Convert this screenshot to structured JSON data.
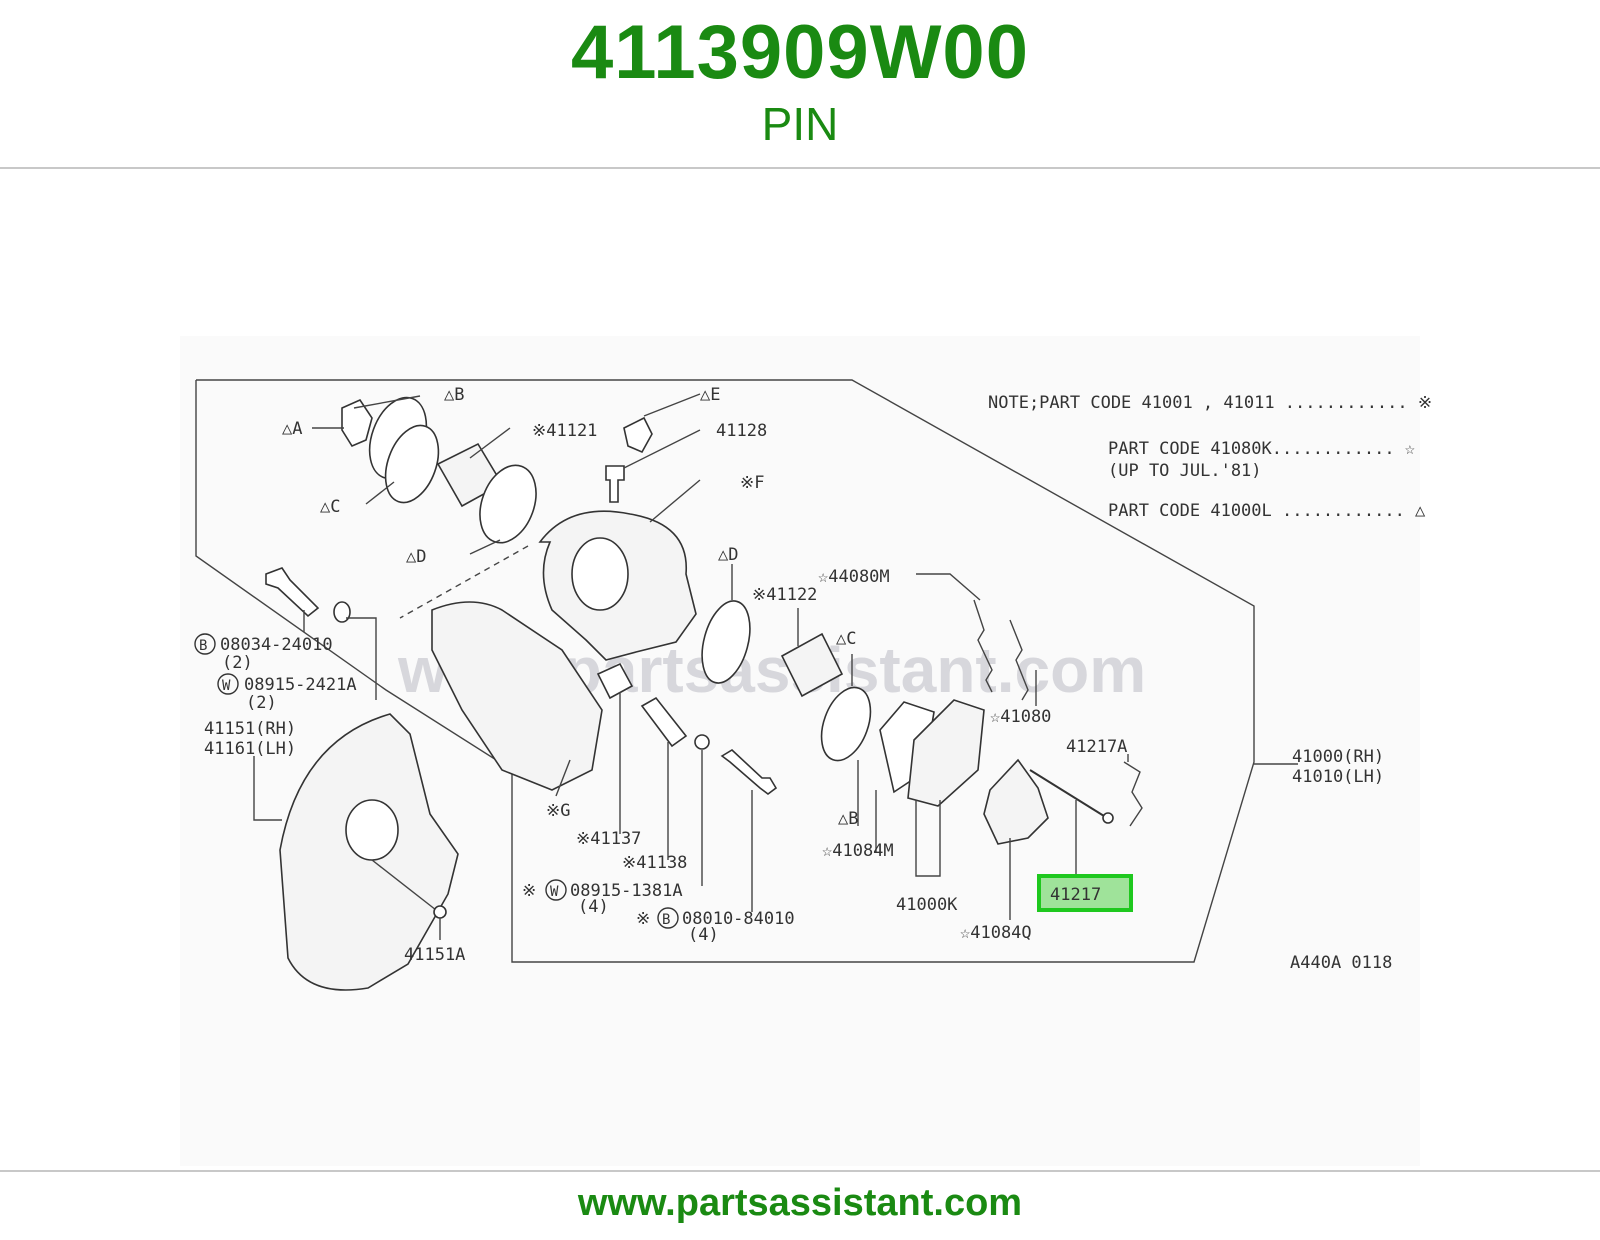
{
  "header": {
    "part_number": "4113909W00",
    "part_name": "PIN"
  },
  "footer": {
    "url": "www.partsassistant.com"
  },
  "diagram": {
    "watermark": "www.partsassistant.com",
    "drawing_code": "A440A 0118",
    "highlighted_part": "41217",
    "notes": {
      "line1": "NOTE;PART CODE 41001 , 41011 ............ ※",
      "line2": "PART CODE 41080K............ ☆",
      "line3": "(UP TO JUL.'81)",
      "line4": "PART CODE 41000L ............ △"
    },
    "callouts": {
      "a": "△A",
      "b_top": "△B",
      "c_top": "△C",
      "d_top": "△D",
      "e": "△E",
      "p41121": "※41121",
      "p41128": "41128",
      "f": "※F",
      "d_mid": "△D",
      "p41122": "※41122",
      "p44080m": "☆44080M",
      "c_mid": "△C",
      "p41080": "☆41080",
      "p41217a": "41217A",
      "p41000": "41000(RH)",
      "p41010": "41010(LH)",
      "bolt1": "08034-24010",
      "bolt1_qty": "(2)",
      "washer1": "08915-2421A",
      "washer1_qty": "(2)",
      "p41151": "41151(RH)",
      "p41161": "41161(LH)",
      "g": "※G",
      "p41137": "※41137",
      "p41138": "※41138",
      "washer2": "08915-1381A",
      "washer2_qty": "(4)",
      "bolt2": "08010-84010",
      "bolt2_qty": "(4)",
      "b_bottom": "△B",
      "p41084m": "☆41084M",
      "p41000k": "41000K",
      "p41084q": "☆41084Q",
      "p41151a": "41151A",
      "prefix_b": "B",
      "prefix_w": "W",
      "mark_kome": "※"
    }
  }
}
